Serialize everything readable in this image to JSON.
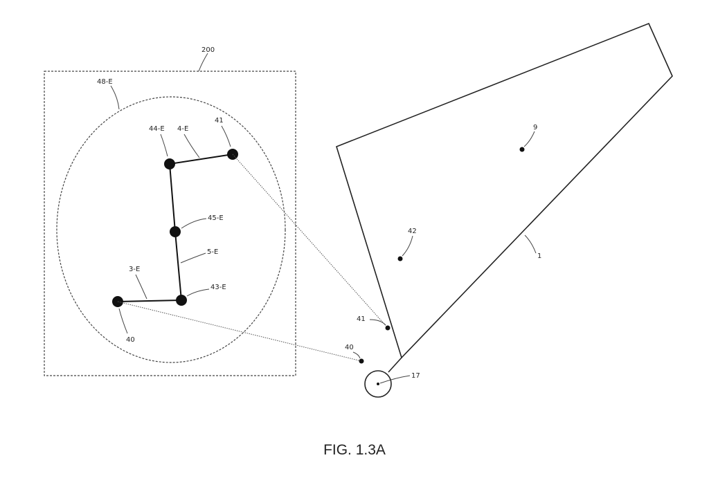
{
  "figure": {
    "caption": "FIG. 1.3A",
    "labels": {
      "box": "200",
      "ellipse": "48-E",
      "node_44e": "44-E",
      "link_4e": "4-E",
      "node_41_inner": "41",
      "node_45e": "45-E",
      "link_5e": "5-E",
      "link_3e": "3-E",
      "node_43e": "43-E",
      "node_40_inner": "40",
      "point_9": "9",
      "point_42": "42",
      "body_1": "1",
      "point_41_outer": "41",
      "point_40_outer": "40",
      "joint_17": "17"
    }
  }
}
